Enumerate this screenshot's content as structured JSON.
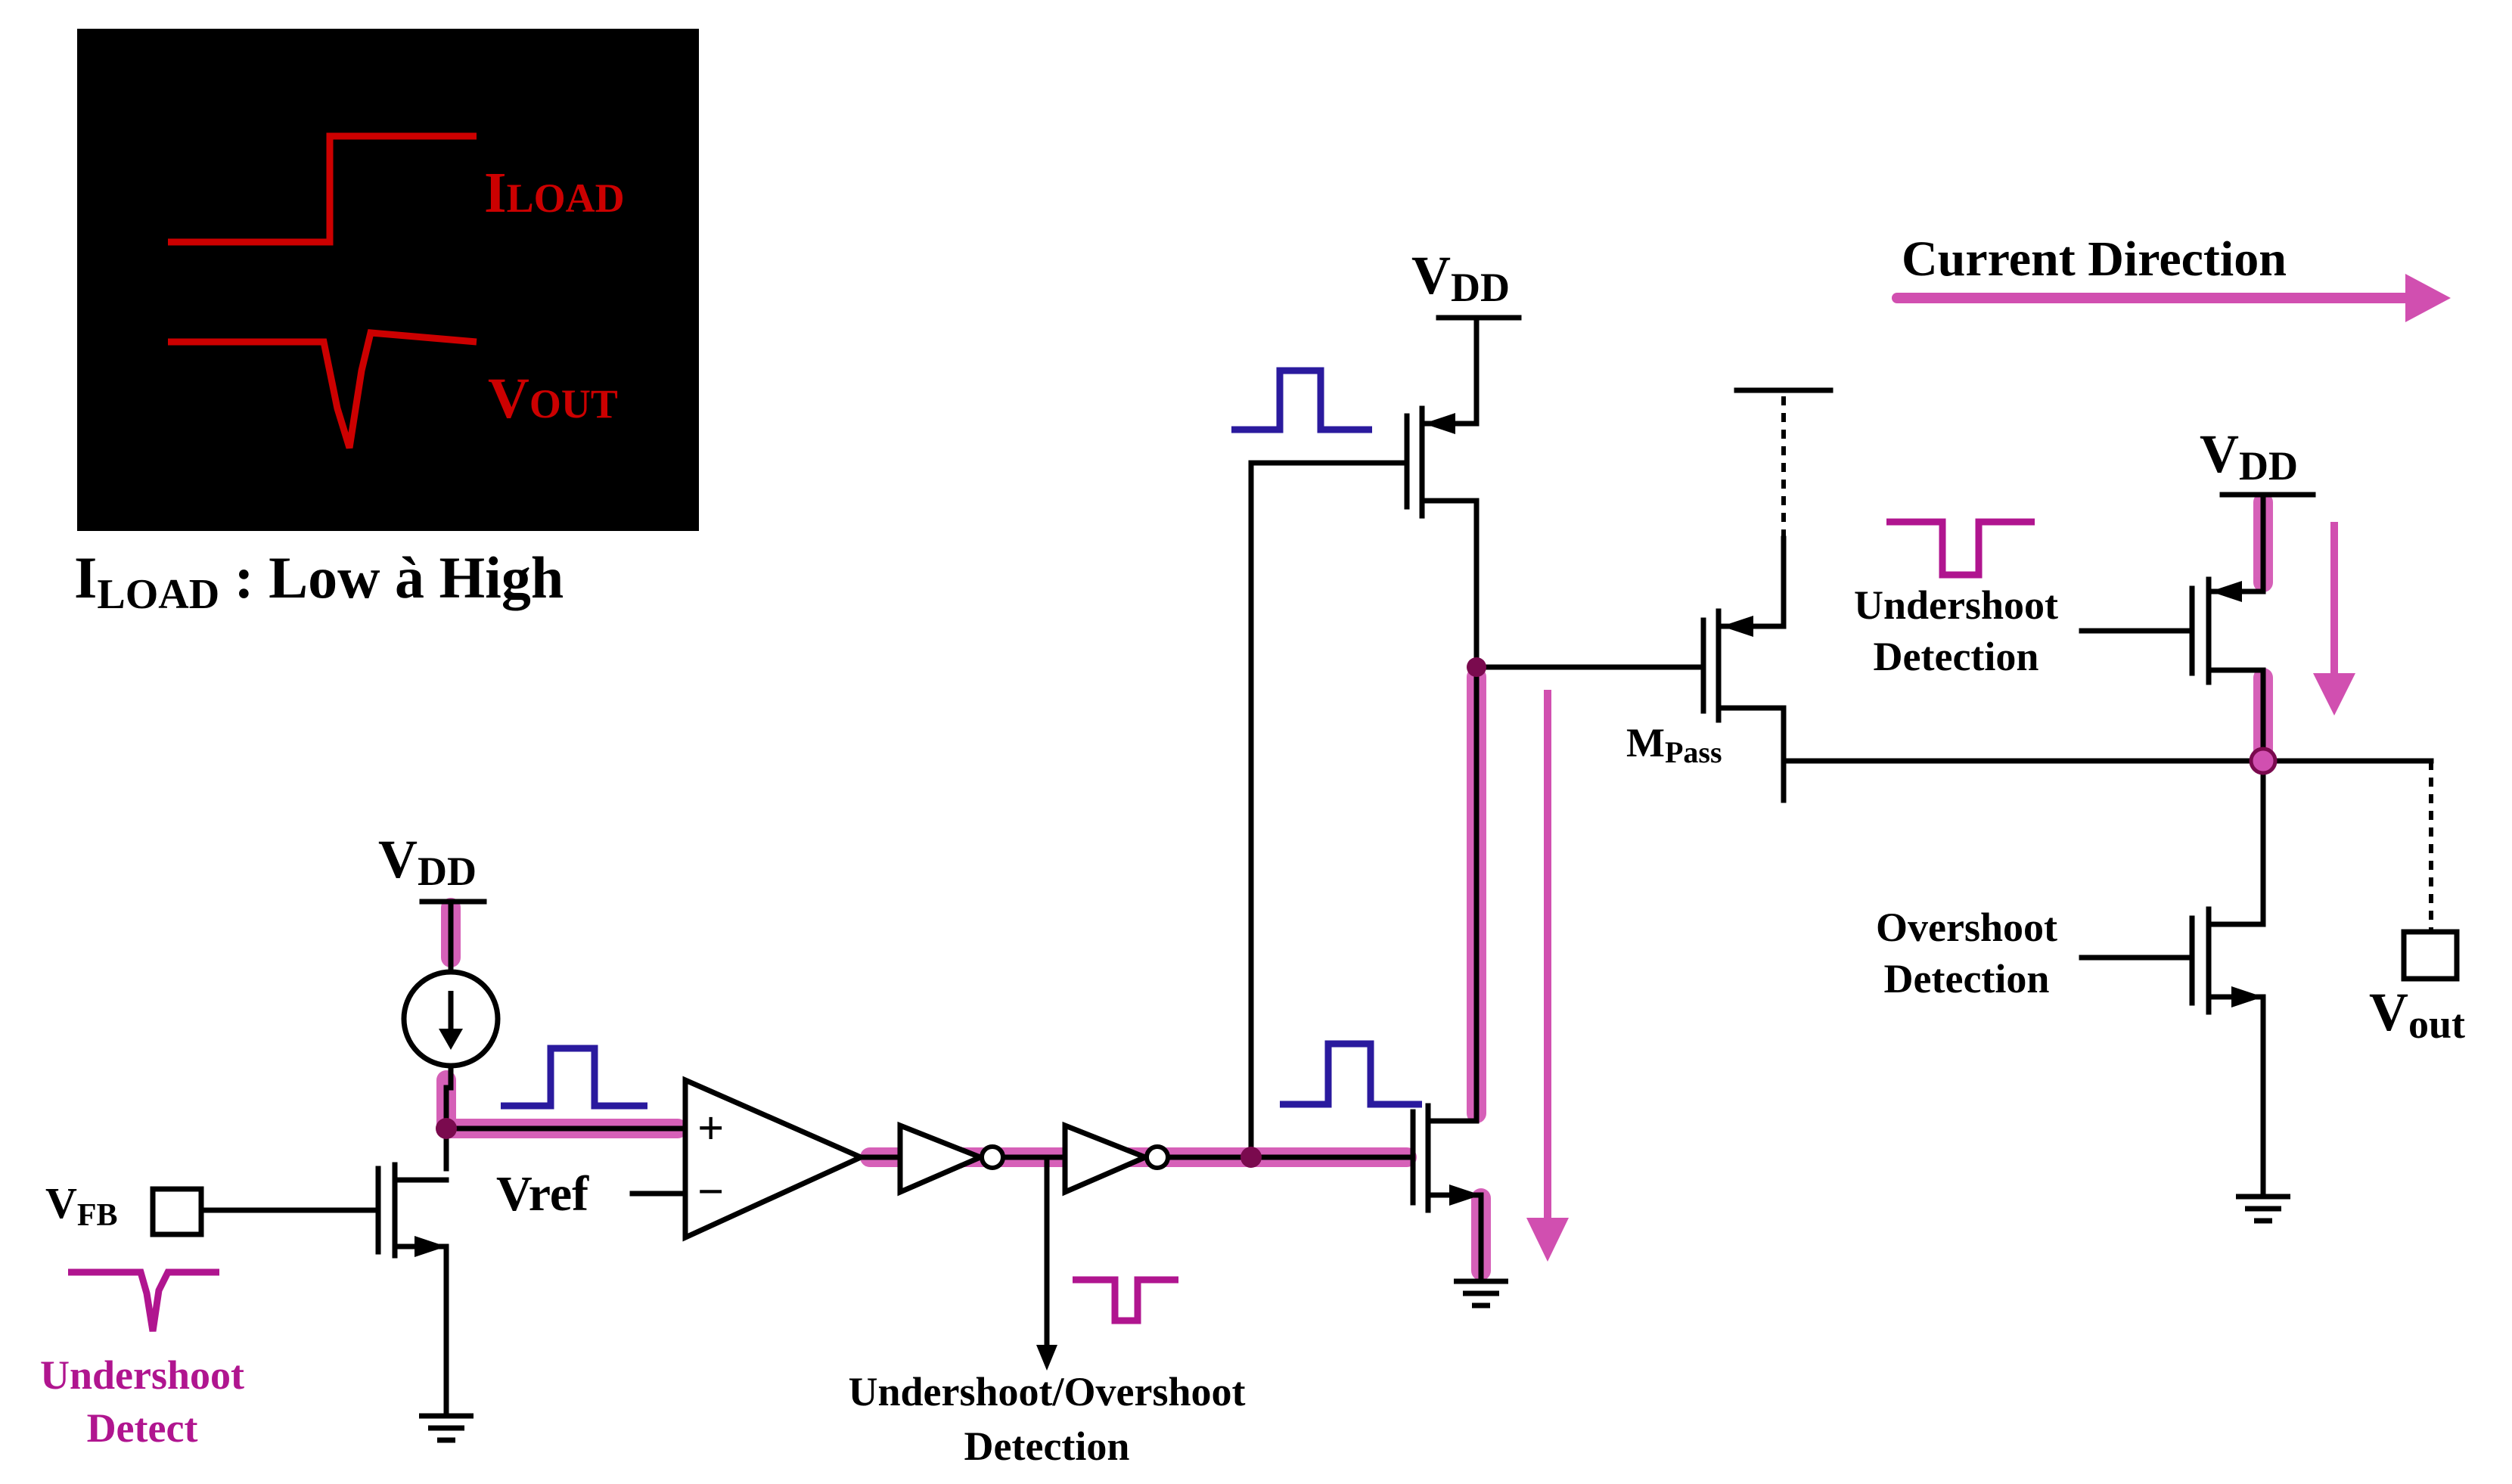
{
  "legend": {
    "iload": {
      "main": "I",
      "sub": "LOAD"
    },
    "vout": {
      "main": "V",
      "sub": "OUT"
    },
    "caption_main": "I",
    "caption_sub": "LOAD",
    "caption_rest": " : Low à High"
  },
  "labels": {
    "vdd_main": "V",
    "vdd_sub": "DD",
    "vfb_main": "V",
    "vfb_sub": "FB",
    "vref": "Vref",
    "comp_plus": "+",
    "comp_minus": "−",
    "mpass_main": "M",
    "mpass_sub": "Pass",
    "vout_main": "V",
    "vout_sub": "out",
    "current_direction": "Current Direction",
    "undershoot_detect_1": "Undershoot",
    "undershoot_detect_2": "Detect",
    "us_os_detection_1": "Undershoot/Overshoot",
    "us_os_detection_2": "Detection",
    "undershoot_detection_1": "Undershoot",
    "undershoot_detection_2": "Detection",
    "overshoot_detection_1": "Overshoot",
    "overshoot_detection_2": "Detection"
  },
  "colors": {
    "wire": "#000000",
    "highlight": "#d14fb0",
    "pulse_blue": "#2a1a9e",
    "pulse_magenta": "#b0158f",
    "legend_bg": "#000000",
    "legend_trace": "#cc0000",
    "node_dot": "#7a0a4e"
  }
}
